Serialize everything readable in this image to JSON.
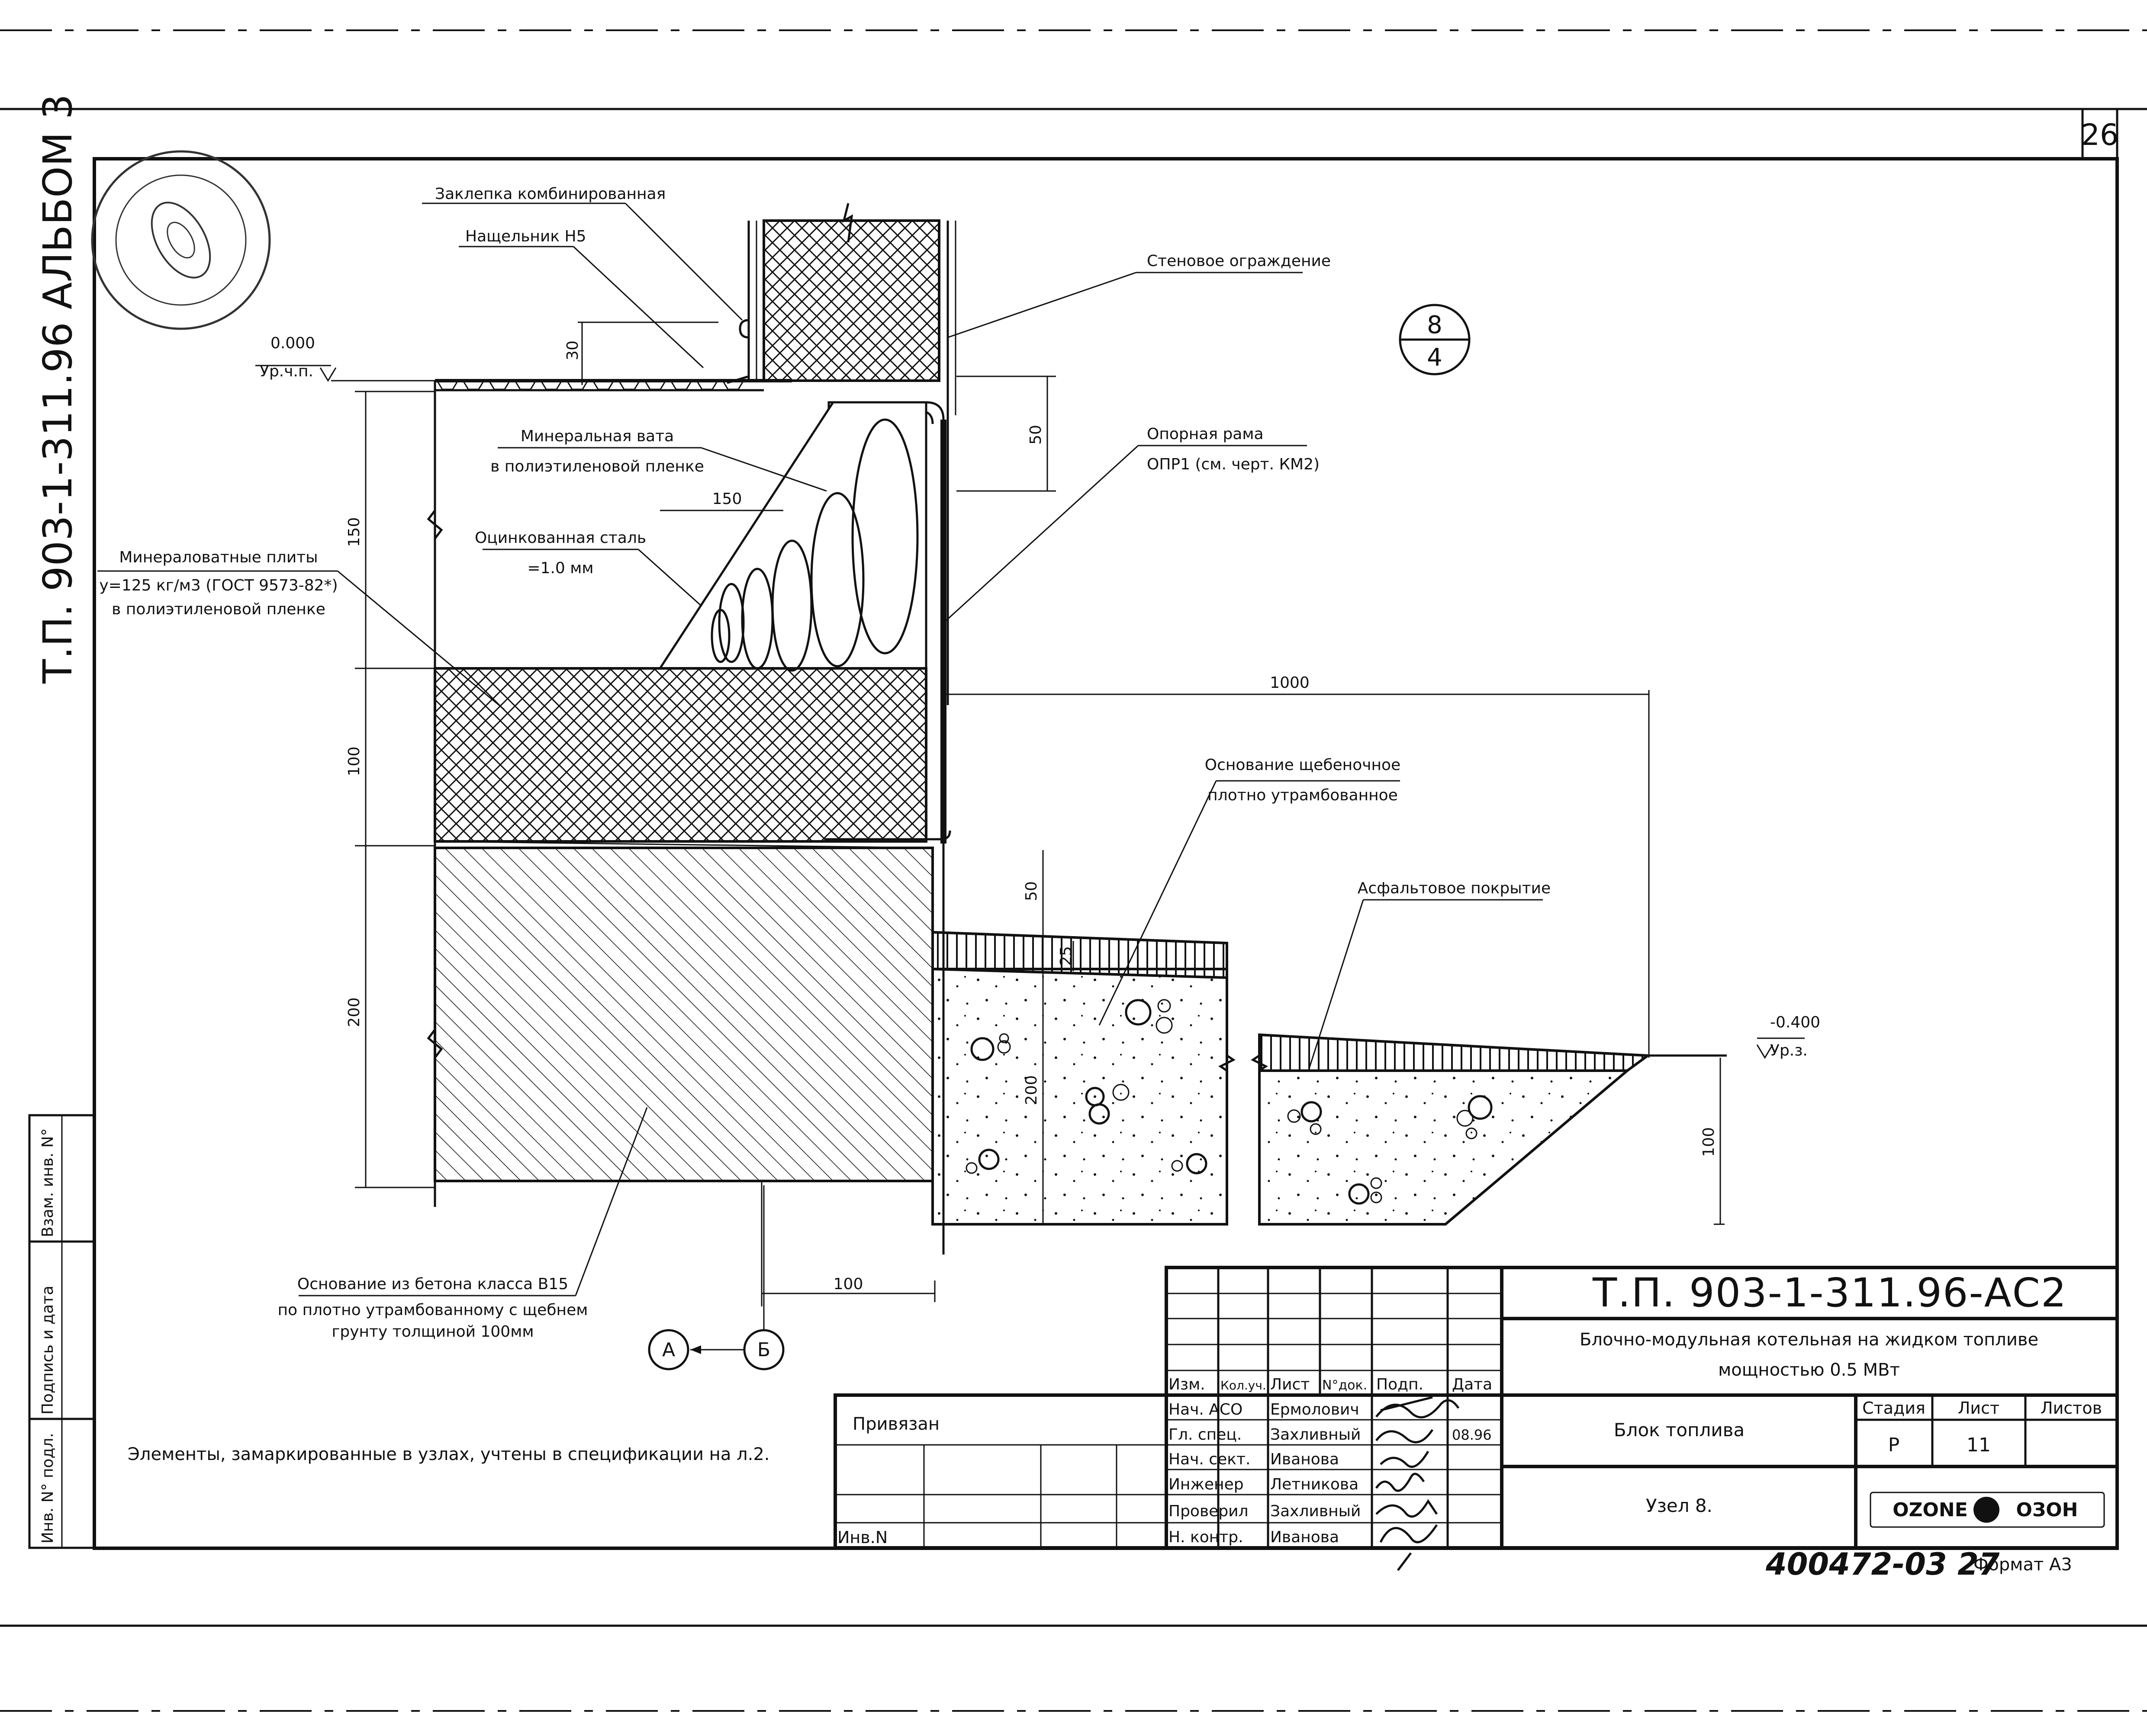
{
  "sheet": {
    "page_number": "26",
    "side_title": "Т.П. 903-1-311.96 АЛЬБОМ 3",
    "detail_ref": {
      "top": "8",
      "bottom": "4"
    },
    "level_top": {
      "value": "0.000",
      "label": "Ур.ч.п."
    },
    "level_ground": {
      "value": "-0.400",
      "label": "Ур.з."
    },
    "callouts": {
      "rivet": "Заклепка комбинированная",
      "flashing": "Нащельник Н5",
      "wall": "Стеновое ограждение",
      "wool_1": "Минеральная вата",
      "wool_2": "в полиэтиленовой пленке",
      "frame_1": "Опорная рама",
      "frame_2": "ОПР1 (см. черт. КМ2)",
      "steel_1": "Оцинкованная сталь",
      "steel_2": "=1.0 мм",
      "plates_1": "Минераловатные плиты",
      "plates_2": "y=125 кг/м3 (ГОСТ 9573-82*)",
      "plates_3": "в полиэтиленовой пленке",
      "gravel_1": "Основание щебеночное",
      "gravel_2": "плотно утрамбованное",
      "asphalt": "Асфальтовое покрытие",
      "concrete_1": "Основание из бетона класса В15",
      "concrete_2": "по плотно утрамбованному с щебнем",
      "concrete_3": "грунту толщиной 100мм"
    },
    "dims": {
      "d30": "30",
      "d50a": "50",
      "d150a": "150",
      "d150b": "150",
      "d100a": "100",
      "d200a": "200",
      "d1000": "1000",
      "d50b": "50",
      "d25": "25",
      "d200b": "200",
      "d100b": "100",
      "d100c": "100"
    },
    "axes": {
      "a": "А",
      "b": "Б"
    },
    "note": "Элементы, замаркированные в узлах, учтены в спецификации на л.2.",
    "left_strip": [
      "Взам. инв. N°",
      "Подпись и дата",
      "Инв. N° подл."
    ]
  },
  "title_block": {
    "code": "Т.П. 903-1-311.96-АС2",
    "project_1": "Блочно-модульная котельная  на жидком топливе",
    "project_2": "мощностью 0.5 МВт",
    "sheet_title": "Блок топлива",
    "node_title": "Узел 8.",
    "stage_header": "Стадия",
    "sheet_header": "Лист",
    "sheets_header": "Листов",
    "stage": "Р",
    "sheet_no": "11",
    "sheets_total": "",
    "header_row": [
      "Изм.",
      "Кол.уч.",
      "Лист",
      "N°док.",
      "Подп.",
      "Дата"
    ],
    "people": [
      {
        "role": "Нач. АСО",
        "name": "Ермолович",
        "date": ""
      },
      {
        "role": "Гл. спец.",
        "name": "Захливный",
        "date": "08.96"
      },
      {
        "role": "Нач. сект.",
        "name": "Иванова",
        "date": ""
      },
      {
        "role": "Инженер",
        "name": "Летникова",
        "date": ""
      },
      {
        "role": "Проверил",
        "name": "Захливный",
        "date": ""
      },
      {
        "role": "Н. контр.",
        "name": "Иванова",
        "date": ""
      }
    ],
    "bound_label": "Привязан",
    "inv_label": "Инв.N",
    "logo_left": "OZONE",
    "logo_right": "ОЗОН",
    "archive_no": "400472-03  27",
    "format": "Формат А3"
  }
}
